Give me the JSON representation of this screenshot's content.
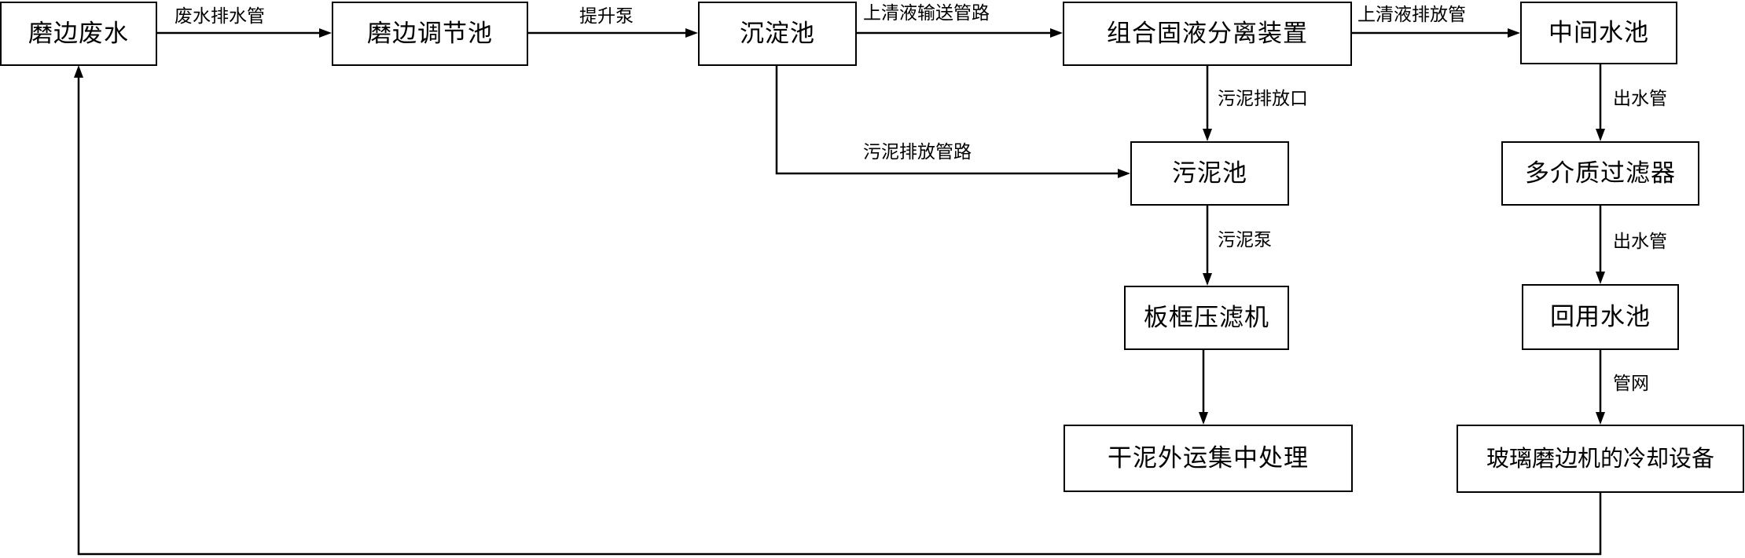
{
  "nodes": {
    "edge_wastewater": "磨边废水",
    "edge_regulating_tank": "磨边调节池",
    "sedimentation_tank": "沉淀池",
    "solid_liquid_separator": "组合固液分离装置",
    "intermediate_tank": "中间水池",
    "sludge_tank": "污泥池",
    "multimedia_filter": "多介质过滤器",
    "plate_frame_press": "板框压滤机",
    "reuse_tank": "回用水池",
    "dry_sludge_disposal": "干泥外运集中处理",
    "grinder_cooling": "玻璃磨边机的冷却设备"
  },
  "edges": {
    "wastewater_drain_pipe": "废水排水管",
    "lift_pump": "提升泵",
    "supernatant_transfer_pipe": "上清液输送管路",
    "supernatant_discharge_pipe": "上清液排放管",
    "sludge_outlet": "污泥排放口",
    "sludge_discharge_pipe": "污泥排放管路",
    "sludge_pump": "污泥泵",
    "outlet_pipe_1": "出水管",
    "outlet_pipe_2": "出水管",
    "pipe_network": "管网"
  }
}
